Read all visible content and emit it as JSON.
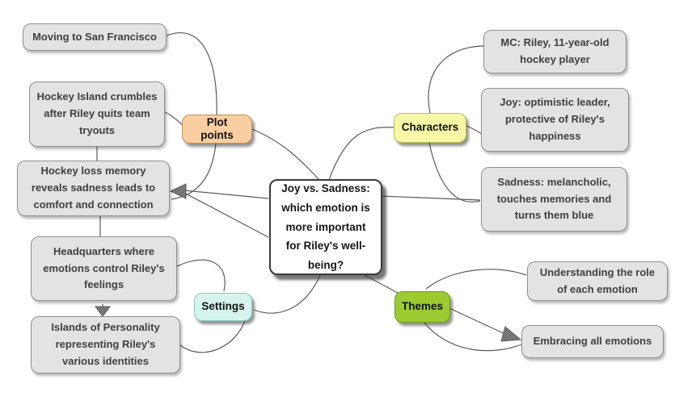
{
  "mindmap": {
    "root": {
      "label": "Joy vs. Sadness: which emotion is more important for Riley's well-being?"
    },
    "branches": {
      "plot_points": {
        "label": "Plot points",
        "fill": "#f9cfa2",
        "border": "#c08d52"
      },
      "characters": {
        "label": "Characters",
        "fill": "#f7f8a6",
        "border": "#b9bd4f"
      },
      "settings": {
        "label": "Settings",
        "fill": "#d5f4ee",
        "border": "#88c7c0"
      },
      "themes": {
        "label": "Themes",
        "fill": "#9ccb31",
        "border": "#6a9c14"
      }
    },
    "leaves": {
      "moving_sf": {
        "label": "Moving to San Francisco"
      },
      "hockey_island": {
        "label": "Hockey Island crumbles after Riley quits team tryouts"
      },
      "hockey_loss": {
        "label": "Hockey loss memory reveals sadness leads to comfort and connection"
      },
      "headquarters": {
        "label": "Headquarters where emotions control Riley's feelings"
      },
      "islands": {
        "label": "Islands of Personality representing Riley's various identities"
      },
      "mc_riley": {
        "label": "MC: Riley, 11-year-old hockey player"
      },
      "joy": {
        "label": "Joy: optimistic leader, protective of Riley's happiness"
      },
      "sadness": {
        "label": "Sadness: melancholic, touches memories and turns them blue"
      },
      "understanding": {
        "label": "Understanding the role of each emotion"
      },
      "embracing": {
        "label": "Embracing all emotions"
      }
    },
    "colors": {
      "background": "#ffffff",
      "leaf_fill": "#e3e3e3",
      "leaf_border": "#8f8f8f",
      "edge_line": "#5b5b5b",
      "arrowhead": "#767676"
    }
  }
}
